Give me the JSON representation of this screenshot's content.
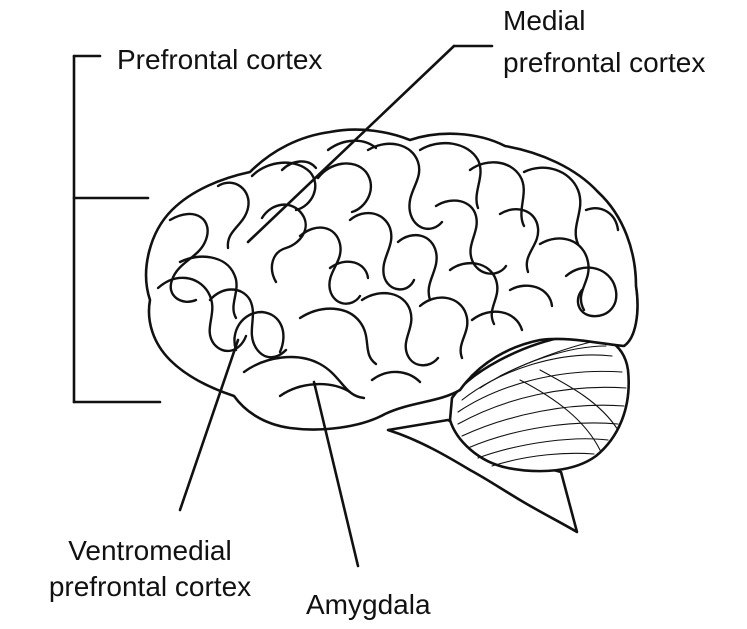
{
  "labels": {
    "prefrontal": "Prefrontal cortex",
    "medial_line1": "Medial",
    "medial_line2": "prefrontal cortex",
    "ventro_line1": "Ventromedial",
    "ventro_line2": "prefrontal cortex",
    "amygdala": "Amygdala"
  },
  "colors": {
    "ink": "#111111",
    "background": "#ffffff"
  }
}
